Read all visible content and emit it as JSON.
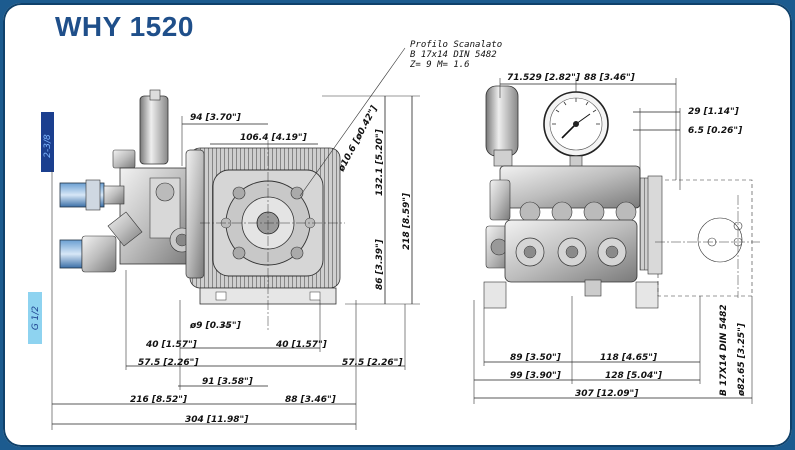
{
  "title": "WHY 1520",
  "colors": {
    "border": "#1c5b8f",
    "title": "#1f4f8a",
    "tag_top": "#1b3f8f",
    "tag_bottom": "#8ed3f0"
  },
  "port_tags": {
    "top": "2-3/8",
    "bottom": "G 1/2"
  },
  "shaft_callout": {
    "line1": "Profilo Scanalato",
    "line2": "B 17x14  DIN 5482",
    "line3": "Z= 9     M= 1.6"
  },
  "left_view": {
    "h_94": "94 [3.70\"]",
    "h_106": "106.4 [4.19\"]",
    "diag_10_6": "ø10.6 [ø0.42\"]",
    "v_132": "132.1 [5.20\"]",
    "v_218": "218 [8.59\"]",
    "v_86": "86 [3.39\"]",
    "bolt_9": "ø9 [0.35\"]",
    "d40_left": "40 [1.57\"]",
    "d40_right": "40 [1.57\"]",
    "d57_left": "57.5 [2.26\"]",
    "d57_right": "57.5 [2.26\"]",
    "d91": "91 [3.58\"]",
    "d216": "216 [8.52\"]",
    "d88": "88 [3.46\"]",
    "d304": "304 [11.98\"]"
  },
  "right_view": {
    "top_71": "71.529 [2.82\"]",
    "top_88": "88 [3.46\"]",
    "d29": "29 [1.14\"]",
    "d6_5": "6.5 [0.26\"]",
    "d89": "89 [3.50\"]",
    "d118": "118 [4.65\"]",
    "d99": "99 [3.90\"]",
    "d128": "128 [5.04\"]",
    "d307": "307 [12.09\"]",
    "shaft_spec": "B 17X14  DIN 5482",
    "flange_dia": "ø82.65 [3.25\"]"
  }
}
